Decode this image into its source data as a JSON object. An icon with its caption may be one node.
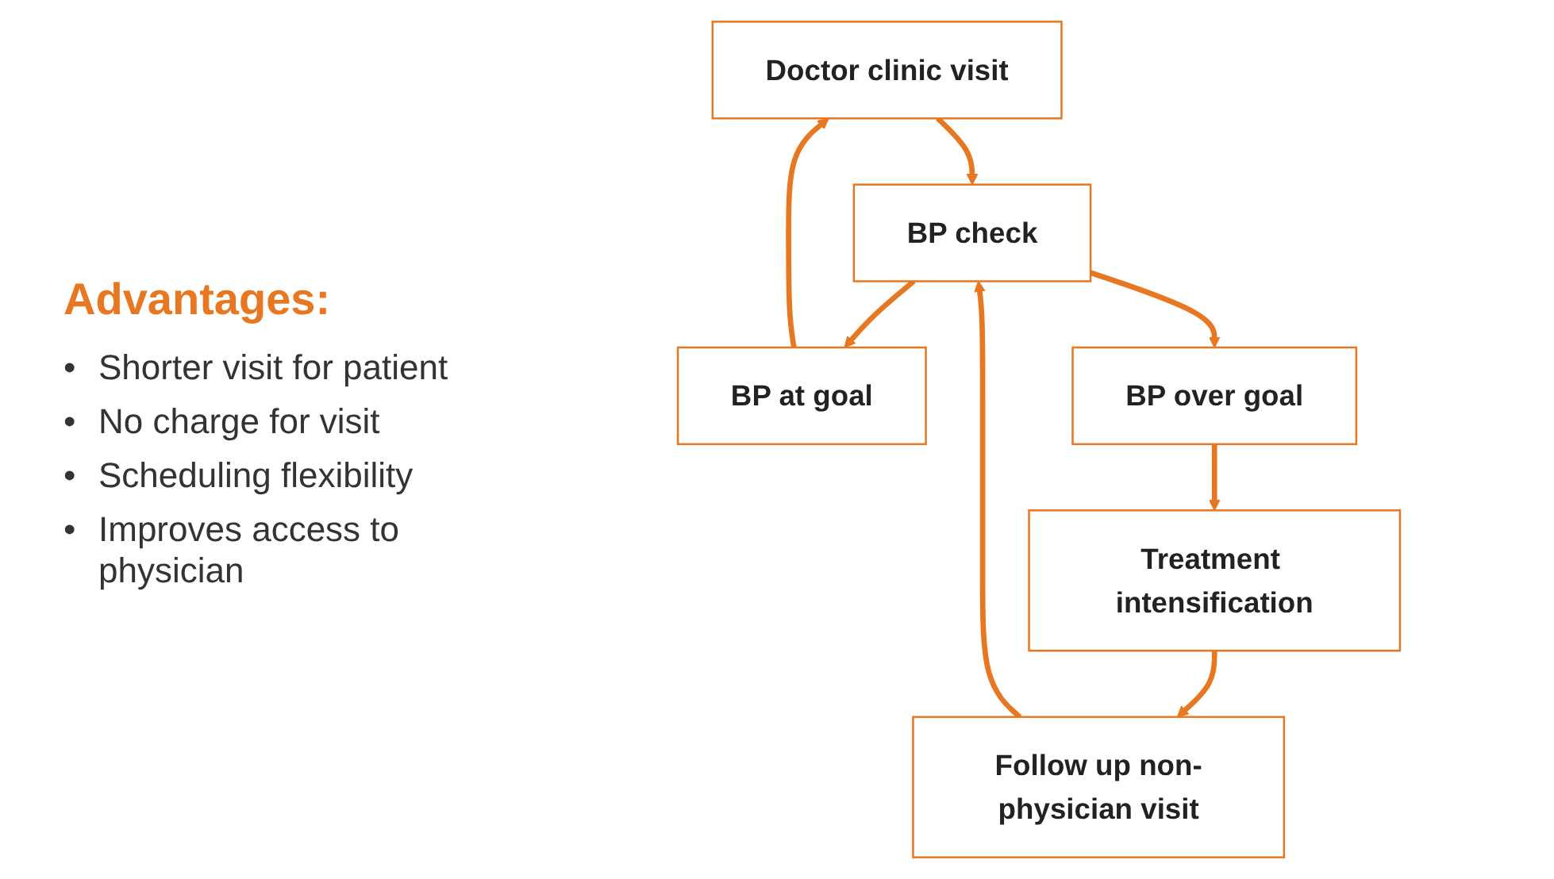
{
  "diagram": {
    "nodes": [
      {
        "text": [
          "Doctor clinic visit"
        ]
      },
      {
        "text": [
          "BP at goal"
        ]
      },
      {
        "text": [
          "BP check"
        ]
      },
      {
        "text": [
          "BP over goal"
        ]
      },
      {
        "text": [
          "Treatment intensification"
        ]
      },
      {
        "text": [
          "Follow up non-physician visit"
        ]
      }
    ],
    "edges": [
      {
        "from": 1,
        "to": 0,
        "arrow": "to"
      },
      {
        "from": 0,
        "to": 2,
        "arrow": "to"
      },
      {
        "from": 2,
        "to": 1,
        "arrow": "to"
      },
      {
        "from": 2,
        "to": 3,
        "arrow": "to"
      },
      {
        "from": 3,
        "to": 4,
        "arrow": "to"
      },
      {
        "from": 4,
        "to": 5,
        "arrow": "to"
      },
      {
        "from": 5,
        "to": 2,
        "arrow": "to"
      }
    ],
    "labels": [
      "Advantages:",
      "•",
      "Shorter visit for patient",
      "•",
      "No charge for visit",
      "•",
      "Scheduling flexibility",
      "•",
      "Improves access to physician"
    ]
  }
}
